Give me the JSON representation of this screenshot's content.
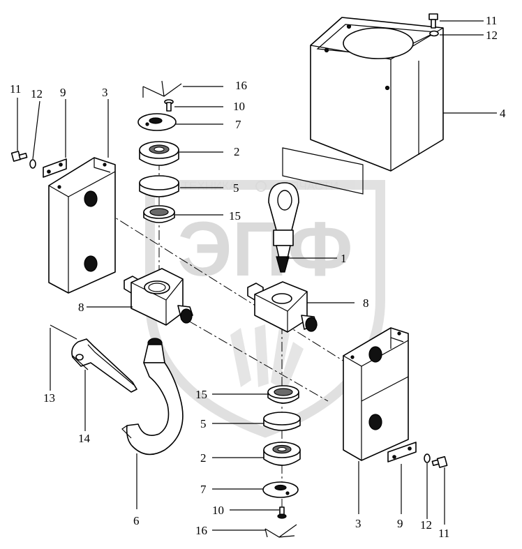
{
  "watermark": {
    "brand_text": "ТЕХНИКА",
    "brand_text2": "ЗАПЧАСТИ",
    "logo_text": "ЭПФ"
  },
  "callouts": {
    "c1": "1",
    "c2a": "2",
    "c2b": "2",
    "c3a": "3",
    "c3b": "3",
    "c4": "4",
    "c5a": "5",
    "c5b": "5",
    "c6": "6",
    "c7a": "7",
    "c7b": "7",
    "c8a": "8",
    "c8b": "8",
    "c9a": "9",
    "c9b": "9",
    "c10a": "10",
    "c10b": "10",
    "c11a": "11",
    "c11b": "11",
    "c11c": "11",
    "c12a": "12",
    "c12b": "12",
    "c12c": "12",
    "c13": "13",
    "c14": "14",
    "c15a": "15",
    "c15b": "15",
    "c16a": "16",
    "c16b": "16"
  }
}
